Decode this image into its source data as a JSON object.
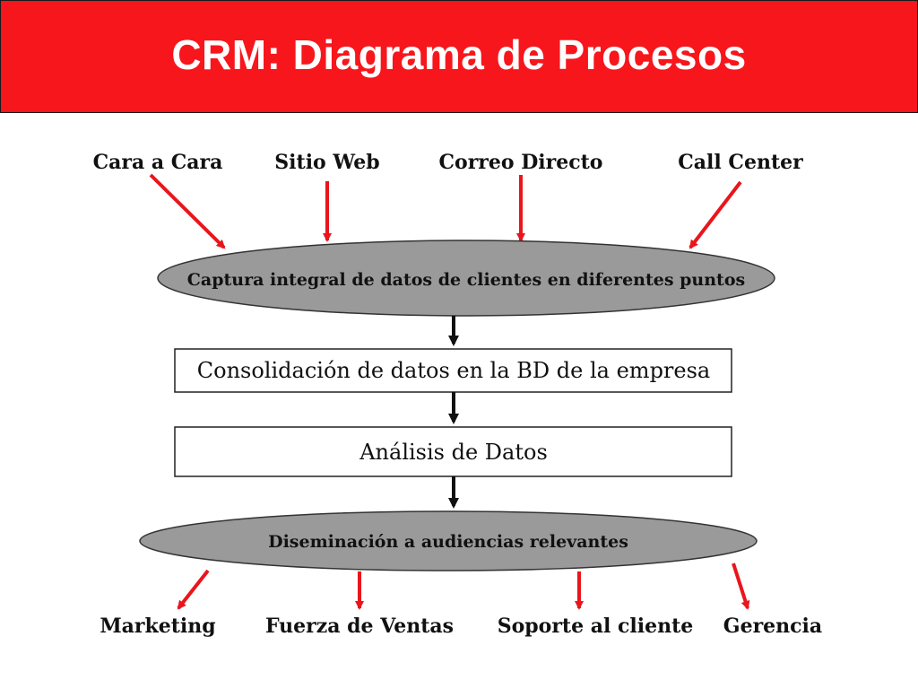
{
  "title": "CRM: Diagrama de Procesos",
  "colors": {
    "title_bar": "#f7161c",
    "arrow_in_out": "#e8161c",
    "arrow_flow": "#111111",
    "ellipse_fill": "#9a9a9a"
  },
  "sources": [
    {
      "label": "Cara a Cara"
    },
    {
      "label": "Sitio Web"
    },
    {
      "label": "Correo Directo"
    },
    {
      "label": "Call Center"
    }
  ],
  "steps": {
    "capture": "Captura integral de datos de clientes en diferentes puntos",
    "consolidation": "Consolidación de datos en la BD de la empresa",
    "analysis": "Análisis de Datos",
    "dissemination": "Diseminación a audiencias relevantes"
  },
  "audiences": [
    {
      "label": "Marketing"
    },
    {
      "label": "Fuerza de Ventas"
    },
    {
      "label": "Soporte al cliente"
    },
    {
      "label": "Gerencia"
    }
  ]
}
